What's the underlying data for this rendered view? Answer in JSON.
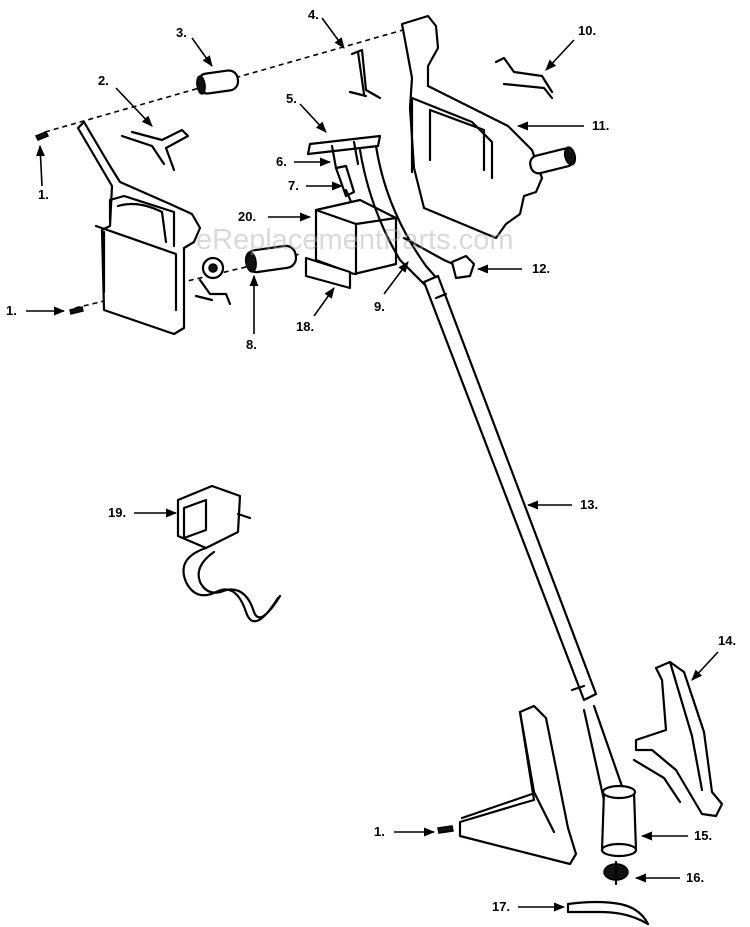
{
  "watermark": "eReplacementParts.com",
  "callouts": {
    "c1a": "1.",
    "c1b": "1.",
    "c1c": "1.",
    "c2": "2.",
    "c3": "3.",
    "c4": "4.",
    "c5": "5.",
    "c6": "6.",
    "c7": "7.",
    "c8": "8.",
    "c9": "9.",
    "c10": "10.",
    "c11": "11.",
    "c12": "12.",
    "c13": "13.",
    "c14": "14.",
    "c15": "15.",
    "c16": "16.",
    "c17": "17.",
    "c18": "18.",
    "c19": "19.",
    "c20": "20."
  }
}
